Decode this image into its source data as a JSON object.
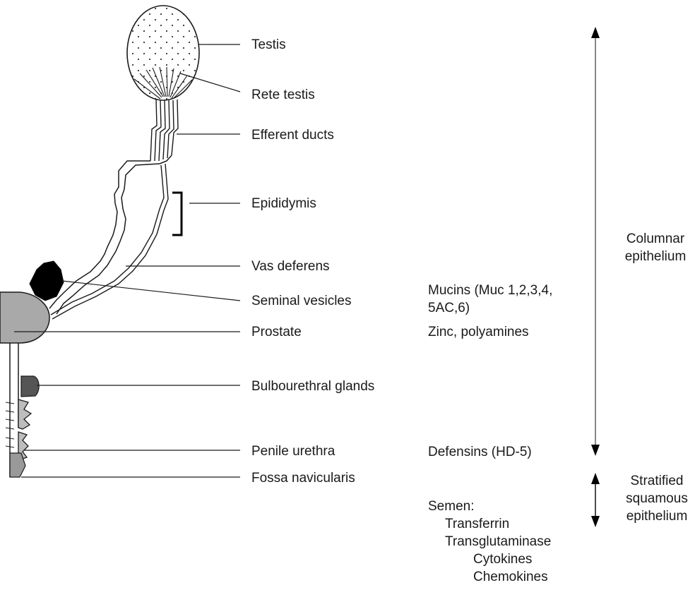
{
  "labels": {
    "testis": "Testis",
    "rete_testis": "Rete testis",
    "efferent_ducts": "Efferent ducts",
    "epididymis": "Epididymis",
    "vas_deferens": "Vas deferens",
    "seminal_vesicles": "Seminal vesicles",
    "prostate": "Prostate",
    "bulbourethral_glands": "Bulbourethral glands",
    "penile_urethra": "Penile urethra",
    "fossa_navicularis": "Fossa navicularis"
  },
  "secretions": {
    "mucins_line1": "Mucins (Muc 1,2,3,4,",
    "mucins_line2": "5AC,6)",
    "zinc": "Zinc, polyamines",
    "defensins": "Defensins (HD-5)",
    "semen_heading": "Semen:",
    "semen_items": [
      "Transferrin",
      "Transglutaminase",
      "Cytokines",
      "Chemokines"
    ]
  },
  "epithelium": {
    "columnar_line1": "Columnar",
    "columnar_line2": "epithelium",
    "stratified_line1": "Stratified",
    "stratified_line2": "squamous",
    "stratified_line3": "epithelium"
  },
  "colors": {
    "line": "#1a1a1a",
    "arrow_long": "#555555",
    "prostate_fill": "#a9a9a9",
    "vesicle_fill": "#000000",
    "bulbourethral_fill": "#555555"
  }
}
